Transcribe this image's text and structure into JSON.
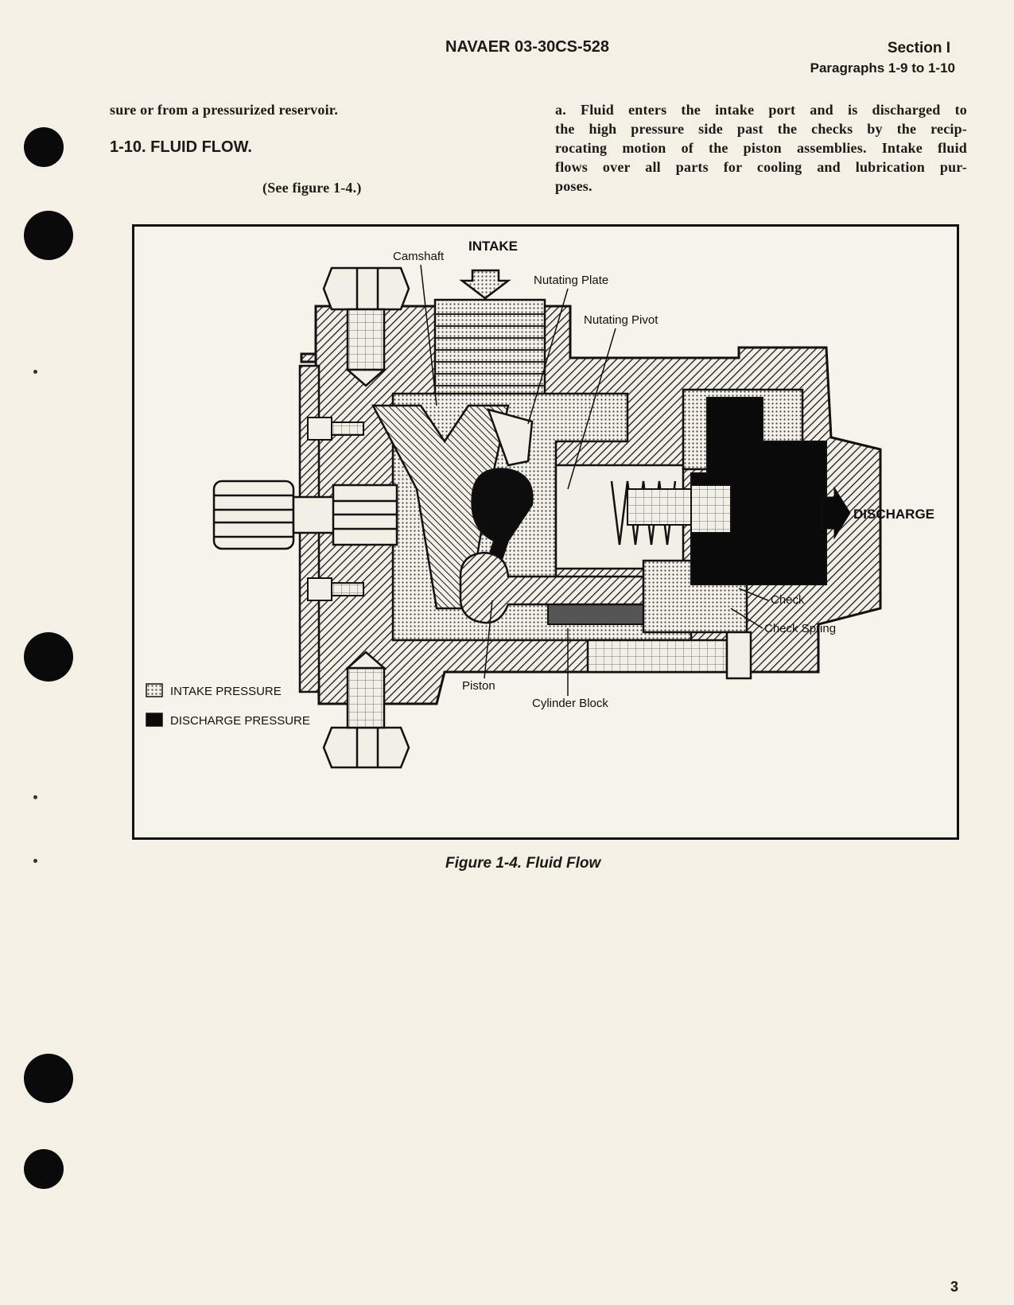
{
  "header": {
    "doc_number": "NAVAER 03-30CS-528",
    "section": "Section I",
    "paragraphs": "Paragraphs 1-9 to 1-10"
  },
  "left_column": {
    "continuation": "sure or from a pressurized reservoir.",
    "heading": "1-10.  FLUID FLOW.",
    "see_figure": "(See figure 1-4.)"
  },
  "right_column": {
    "lines": [
      "a. Fluid enters the intake port and is discharged to",
      "the high pressure side past the checks by the recip-",
      "rocating motion of the piston assemblies. Intake fluid",
      "flows over all parts for cooling and lubrication pur-",
      "poses."
    ]
  },
  "figure": {
    "callouts": {
      "intake": "INTAKE",
      "discharge": "DISCHARGE",
      "camshaft": "Camshaft",
      "nutating_plate": "Nutating Plate",
      "nutating_pivot": "Nutating Pivot",
      "check": "Check",
      "check_spring": "Check Spring",
      "piston": "Piston",
      "cylinder_block": "Cylinder Block"
    },
    "legend": {
      "intake_pressure": "INTAKE PRESSURE",
      "discharge_pressure": "DISCHARGE PRESSURE"
    },
    "caption": "Figure 1-4.  Fluid Flow"
  },
  "page_number": "3"
}
